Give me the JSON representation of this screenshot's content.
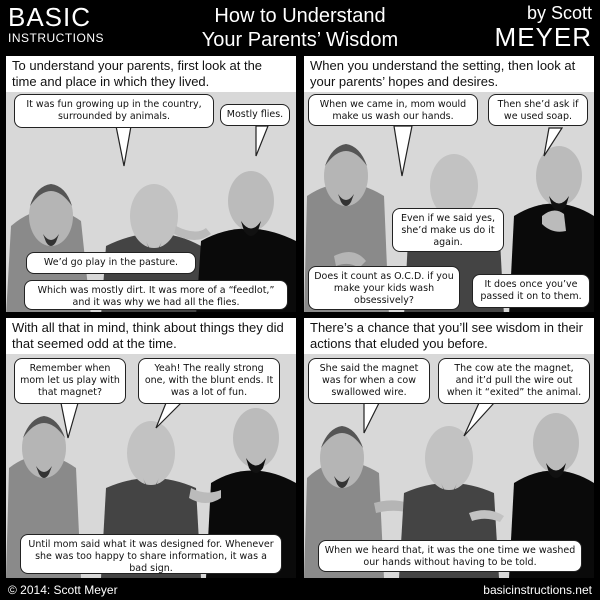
{
  "header": {
    "brand_line1": "BASIC",
    "brand_line2": "INSTRUCTIONS",
    "title_line1": "How to Understand",
    "title_line2": "Your Parents’ Wisdom",
    "by": "by Scott",
    "author": "MEYER"
  },
  "panels": [
    {
      "caption": "To understand your parents, first look at the time and place in which they lived.",
      "bubbles": [
        "It was fun growing up in the country, surrounded by animals.",
        "Mostly flies.",
        "We’d go play in the pasture.",
        "Which was mostly dirt. It was more of a “feedlot,” and it was why we had all the flies."
      ]
    },
    {
      "caption": "When you understand the setting, then look at your parents’ hopes and desires.",
      "bubbles": [
        "When we came in, mom would make us wash our hands.",
        "Then she’d ask if we used soap.",
        "Even if we said yes, she’d make us do it again.",
        "Does it count as O.C.D. if you make your kids wash obsessively?",
        "It does once you’ve passed it on to them."
      ]
    },
    {
      "caption": "With all that in mind, think about things they did that seemed odd at the time.",
      "bubbles": [
        "Remember when mom let us play with that magnet?",
        "Yeah! The really strong one, with the blunt ends. It was a lot of fun.",
        "Until mom said what it was designed for. Whenever she was too happy to share information, it was a bad sign."
      ]
    },
    {
      "caption": "There’s a chance that you’ll see wisdom in their actions that eluded you before.",
      "bubbles": [
        "She said the magnet was for when a cow swallowed wire.",
        "The cow ate the magnet, and it’d pull the wire out when it “exited” the animal.",
        "When we heard that, it was the one time we washed our hands without having to be told."
      ]
    }
  ],
  "footer": {
    "copyright": "© 2014: Scott Meyer",
    "site": "basicinstructions.net"
  }
}
